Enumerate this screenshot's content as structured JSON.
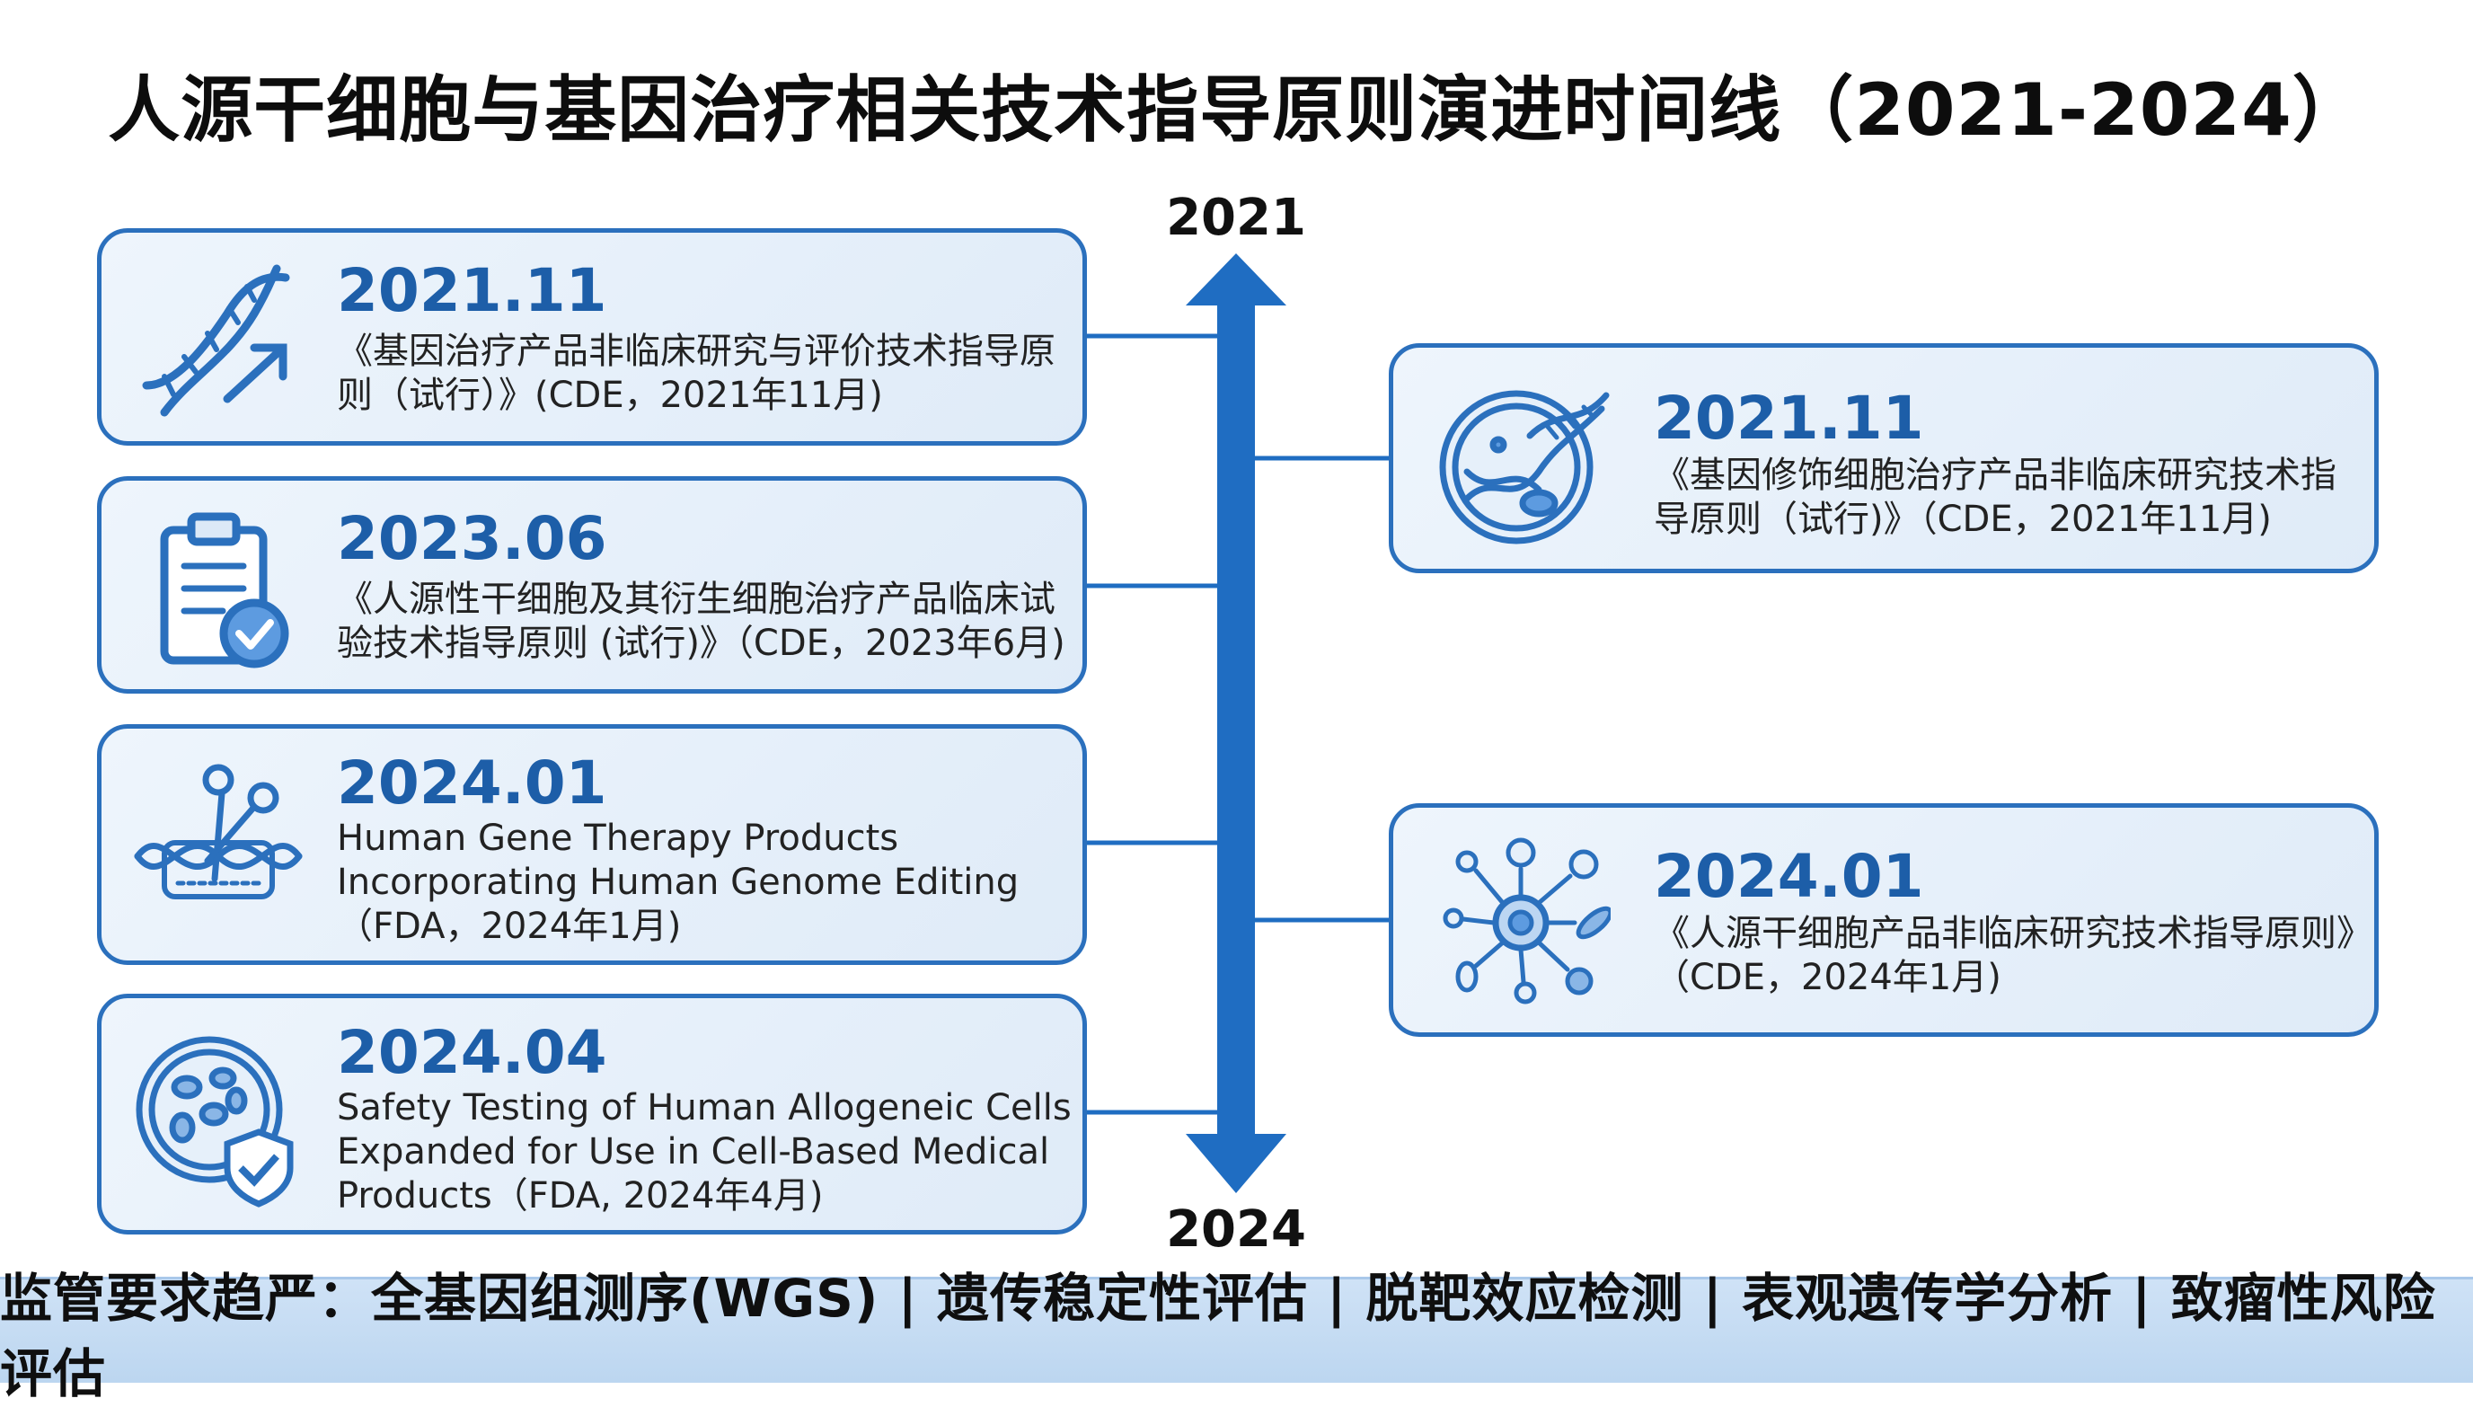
{
  "title": "人源干细胞与基因治疗相关技术指导原则演进时间线（2021-2024）",
  "timeline": {
    "start_label": "2021",
    "end_label": "2024",
    "color": "#1f6dc2"
  },
  "left_items": [
    {
      "date": "2021.11",
      "text": "《基因治疗产品非临床研究与评价技术指导原则（试行）》(CDE，2021年11月)",
      "icon": "dna-arrow-icon"
    },
    {
      "date": "2023.06",
      "text": "《人源性干细胞及其衍生细胞治疗产品临床试验技术指导原则 (试行)》（CDE，2023年6月)",
      "icon": "clipboard-check-icon"
    },
    {
      "date": "2024.01",
      "text": "Human Gene Therapy Products Incorporating Human Genome Editing（FDA，2024年1月)",
      "icon": "dna-scissors-icon"
    },
    {
      "date": "2024.04",
      "text": "Safety Testing of Human Allogeneic Cells Expanded for Use in Cell-Based Medical Products（FDA, 2024年4月)",
      "icon": "petri-dish-shield-icon"
    }
  ],
  "right_items": [
    {
      "date": "2021.11",
      "text": "《基因修饰细胞治疗产品非临床研究技术指导原则（试行)》（CDE，2021年11月)",
      "icon": "cell-dna-icon"
    },
    {
      "date": "2024.01",
      "text": "《人源干细胞产品非临床研究技术指导原则》（CDE，2024年1月)",
      "icon": "stem-cell-differentiation-icon"
    }
  ],
  "footer": "监管要求趋严：全基因组测序(WGS) | 遗传稳定性评估 | 脱靶效应检测 | 表观遗传学分析 | 致瘤性风险评估",
  "colors": {
    "card_border": "#2b70bd",
    "date_text": "#1d5ea8",
    "footer_bg": "#c7ddf3"
  }
}
